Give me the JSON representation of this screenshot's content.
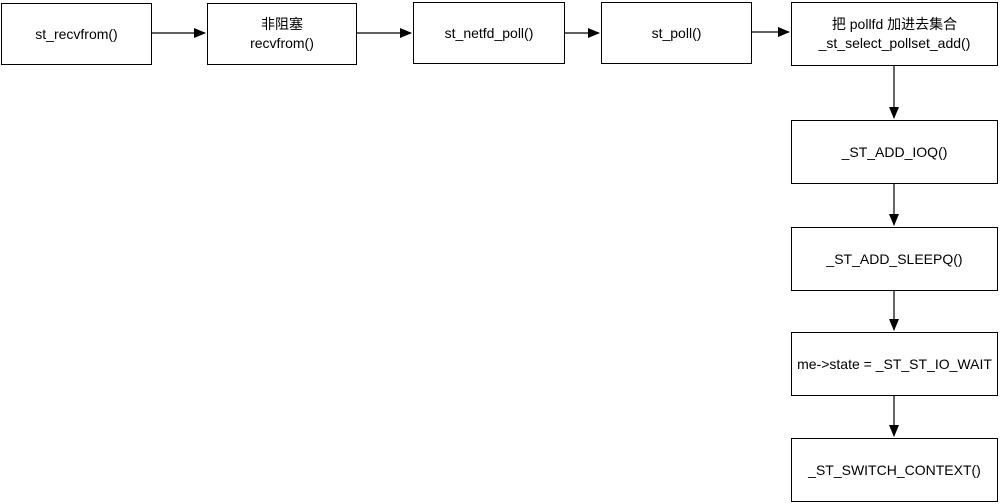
{
  "diagram": {
    "description": "State Threads st_recvfrom I/O wait flowchart",
    "colors": {
      "background": "#ffffff",
      "node_fill": "#ffffff",
      "node_border": "#000000",
      "text": "#000000",
      "arrow": "#000000"
    },
    "nodes": [
      {
        "id": "st-recvfrom",
        "lines": [
          "st_recvfrom()"
        ]
      },
      {
        "id": "nonblocking-recvfrom",
        "lines": [
          "非阻塞",
          "recvfrom()"
        ]
      },
      {
        "id": "st-netfd-poll",
        "lines": [
          "st_netfd_poll()"
        ]
      },
      {
        "id": "st-poll",
        "lines": [
          "st_poll()"
        ]
      },
      {
        "id": "pollset-add",
        "lines": [
          "把 pollfd 加进去集合",
          "_st_select_pollset_add()"
        ]
      },
      {
        "id": "st-add-ioq",
        "lines": [
          "_ST_ADD_IOQ()"
        ]
      },
      {
        "id": "st-add-sleepq",
        "lines": [
          "_ST_ADD_SLEEPQ()"
        ]
      },
      {
        "id": "io-wait-state",
        "lines": [
          "me->state = _ST_ST_IO_WAIT"
        ]
      },
      {
        "id": "st-switch-context",
        "lines": [
          "_ST_SWITCH_CONTEXT()"
        ]
      }
    ],
    "edges": [
      {
        "from": "st-recvfrom",
        "to": "nonblocking-recvfrom",
        "direction": "right"
      },
      {
        "from": "nonblocking-recvfrom",
        "to": "st-netfd-poll",
        "direction": "right"
      },
      {
        "from": "st-netfd-poll",
        "to": "st-poll",
        "direction": "right"
      },
      {
        "from": "st-poll",
        "to": "pollset-add",
        "direction": "right"
      },
      {
        "from": "pollset-add",
        "to": "st-add-ioq",
        "direction": "down"
      },
      {
        "from": "st-add-ioq",
        "to": "st-add-sleepq",
        "direction": "down"
      },
      {
        "from": "st-add-sleepq",
        "to": "io-wait-state",
        "direction": "down"
      },
      {
        "from": "io-wait-state",
        "to": "st-switch-context",
        "direction": "down"
      }
    ]
  }
}
